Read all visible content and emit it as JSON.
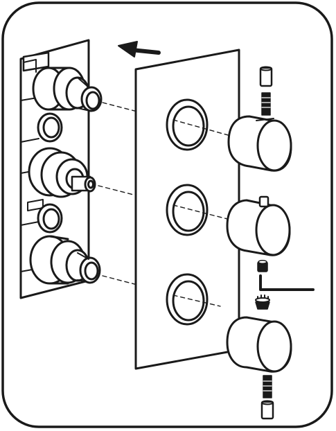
{
  "diagram": {
    "kind": "exploded-assembly-illustration",
    "colors": {
      "stroke": "#1a1a1a",
      "frame_fill": "#ffffff",
      "background": "#ffffff",
      "shade": "#e8e8e8"
    },
    "parts": {
      "frame": "rounded-border-frame",
      "arrow": "direction-arrow-left",
      "valve_body": "concealed-valve-body",
      "cover_plate": "cover-plate",
      "knobs": [
        "control-knob-top",
        "control-knob-middle",
        "control-knob-bottom"
      ],
      "hardware": [
        "sleeve-insert-top",
        "spindle-adapter-top",
        "grub-screw",
        "hex-key",
        "spline-adapter",
        "spindle-adapter-bottom",
        "sleeve-insert-bottom"
      ]
    }
  }
}
